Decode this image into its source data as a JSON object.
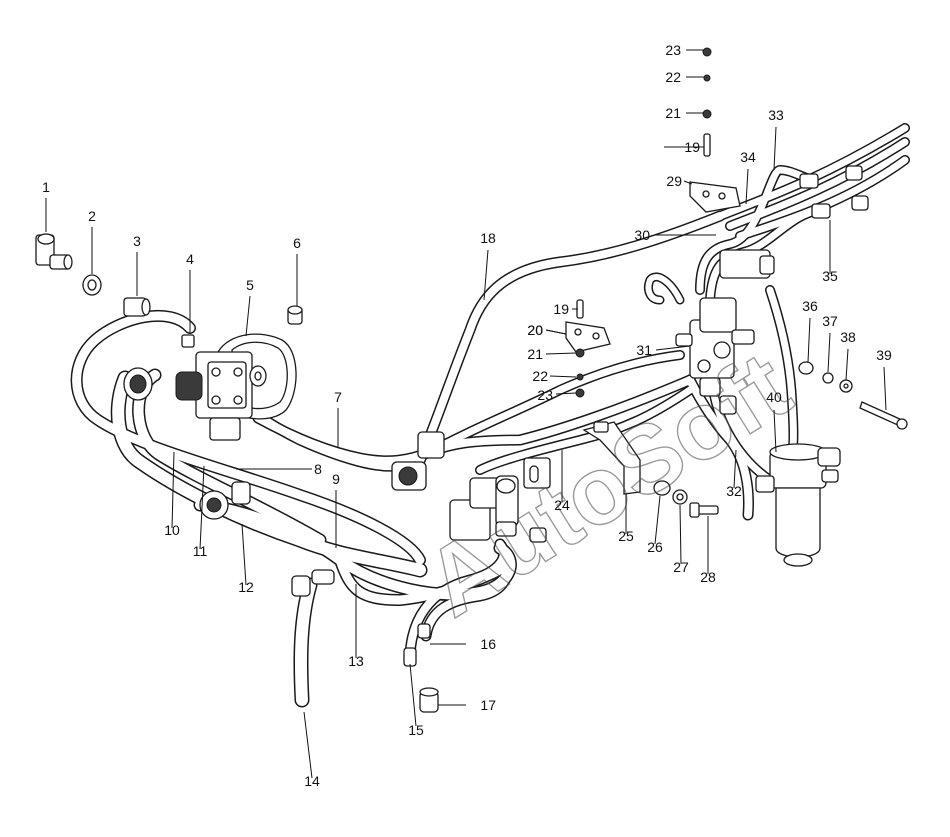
{
  "watermark": "AutoSoft",
  "callouts": [
    {
      "n": "1"
    },
    {
      "n": "2"
    },
    {
      "n": "3"
    },
    {
      "n": "4"
    },
    {
      "n": "5"
    },
    {
      "n": "6"
    },
    {
      "n": "7"
    },
    {
      "n": "8"
    },
    {
      "n": "9"
    },
    {
      "n": "10"
    },
    {
      "n": "11"
    },
    {
      "n": "12"
    },
    {
      "n": "13"
    },
    {
      "n": "14"
    },
    {
      "n": "15"
    },
    {
      "n": "16"
    },
    {
      "n": "17"
    },
    {
      "n": "18"
    },
    {
      "n": "19"
    },
    {
      "n": "20"
    },
    {
      "n": "21"
    },
    {
      "n": "22"
    },
    {
      "n": "23"
    },
    {
      "n": "24"
    },
    {
      "n": "25"
    },
    {
      "n": "26"
    },
    {
      "n": "27"
    },
    {
      "n": "28"
    },
    {
      "n": "29"
    },
    {
      "n": "30"
    },
    {
      "n": "31"
    },
    {
      "n": "32"
    },
    {
      "n": "33"
    },
    {
      "n": "34"
    },
    {
      "n": "35"
    },
    {
      "n": "36"
    },
    {
      "n": "37"
    },
    {
      "n": "38"
    },
    {
      "n": "39"
    },
    {
      "n": "40"
    },
    {
      "n": "19"
    },
    {
      "n": "20"
    },
    {
      "n": "21"
    },
    {
      "n": "22"
    },
    {
      "n": "23"
    }
  ]
}
